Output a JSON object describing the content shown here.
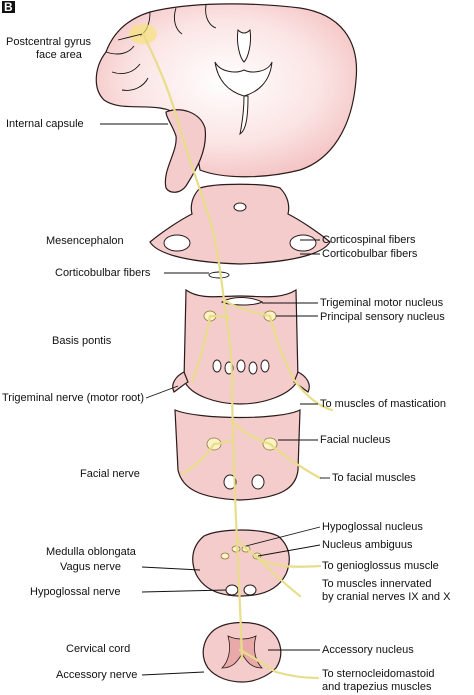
{
  "panel_letter": "B",
  "labels": {
    "postcentral_gyrus": "Postcentral gyrus",
    "face_area": "face area",
    "internal_capsule": "Internal capsule",
    "mesencephalon": "Mesencephalon",
    "corticospinal_fibers": "Corticospinal fibers",
    "corticobulbar_fibers_right": "Corticobulbar fibers",
    "corticobulbar_fibers_left": "Corticobulbar fibers",
    "trigeminal_motor_nucleus": "Trigeminal motor nucleus",
    "principal_sensory_nucleus": "Principal sensory nucleus",
    "basis_pontis": "Basis pontis",
    "trigeminal_nerve": "Trigeminal nerve (motor root)",
    "to_muscles_mastication": "To muscles of mastication",
    "facial_nucleus": "Facial nucleus",
    "facial_nerve": "Facial nerve",
    "to_facial_muscles": "To facial muscles",
    "hypoglossal_nucleus": "Hypoglossal nucleus",
    "medulla_oblongata": "Medulla oblongata",
    "nucleus_ambiguus": "Nucleus ambiguus",
    "vagus_nerve": "Vagus nerve",
    "to_genioglossus": "To genioglossus muscle",
    "hypoglossal_nerve": "Hypoglossal nerve",
    "to_muscles_innervated_1": "To muscles innervated",
    "to_muscles_innervated_2": "by cranial nerves IX and X",
    "cervical_cord": "Cervical cord",
    "accessory_nucleus": "Accessory nucleus",
    "accessory_nerve": "Accessory nerve",
    "to_sternocleidomastoid_1": "To sternocleidomastoid",
    "to_sternocleidomastoid_2": "and trapezius muscles"
  },
  "colors": {
    "tissue": "#f5cccc",
    "tract": "#e8dd8a",
    "outline": "#2a1a1a"
  }
}
